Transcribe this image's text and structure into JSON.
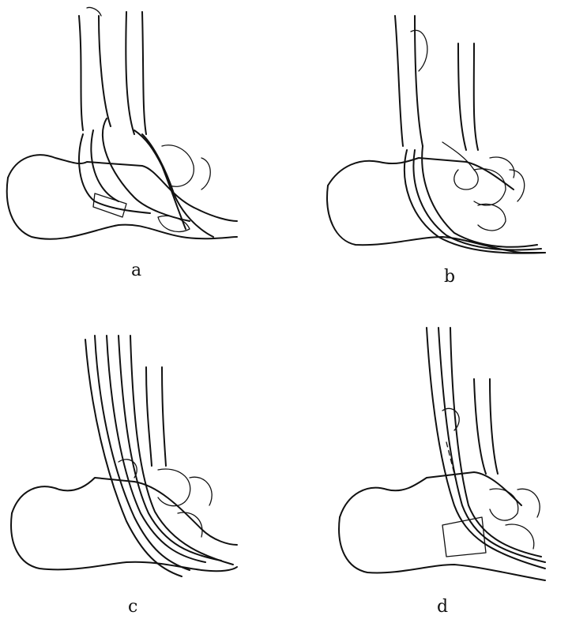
{
  "panels": [
    {
      "label": "a"
    },
    {
      "label": "b"
    },
    {
      "label": "c"
    },
    {
      "label": "d"
    }
  ],
  "colors": {
    "ink": "#111111",
    "paper": "#ffffff"
  }
}
